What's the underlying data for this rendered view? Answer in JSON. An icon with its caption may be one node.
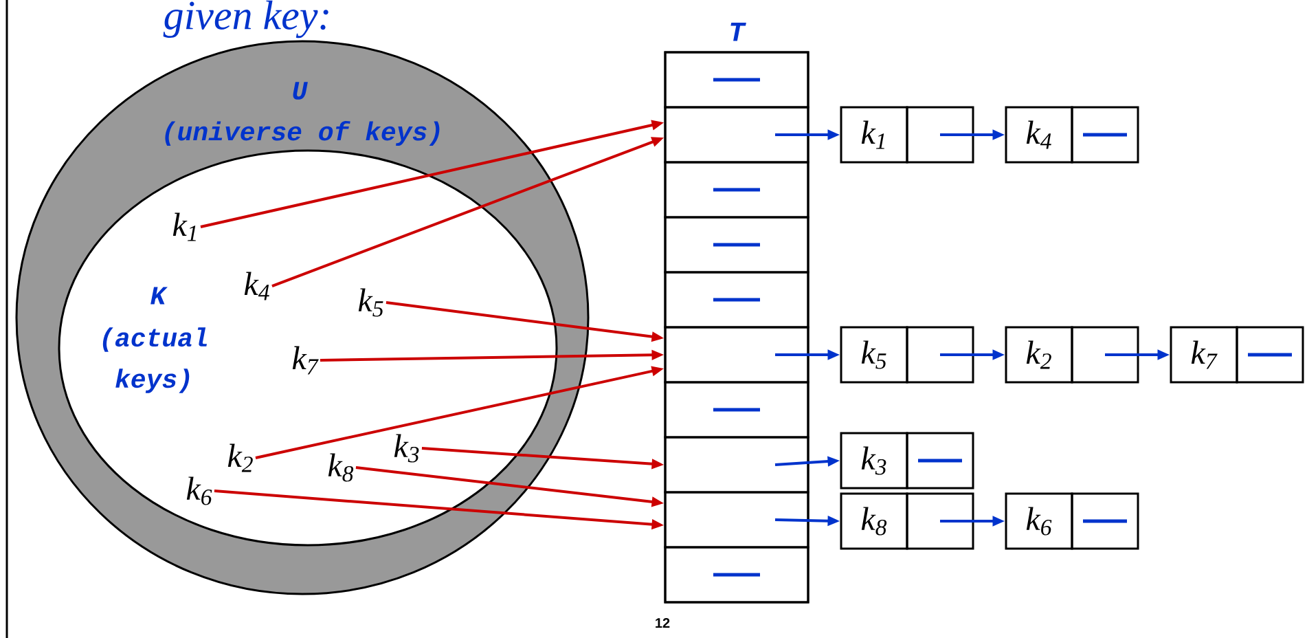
{
  "diagram": {
    "nodes": [
      {
        "text": [
          "U",
          "(universe of keys)"
        ]
      },
      {
        "text": [
          "K",
          "(actual keys)"
        ],
        "in": 0
      },
      {
        "text": [
          "k$_{1}$"
        ],
        "in": 1
      },
      {
        "text": [
          "k$_{4}$"
        ],
        "in": 1
      },
      {
        "text": [
          "k$_{5}$"
        ],
        "in": 1
      },
      {
        "text": [
          "k$_{7}$"
        ],
        "in": 1
      },
      {
        "text": [
          "k$_{2}$"
        ],
        "in": 1
      },
      {
        "text": [
          "k$_{3}$"
        ],
        "in": 1
      },
      {
        "text": [
          "k$_{8}$"
        ],
        "in": 1
      },
      {
        "text": [
          "k$_{6}$"
        ],
        "in": 1
      },
      {
        "text": [
          "T"
        ]
      },
      {
        "text": [],
        "shape": "box",
        "in": 10
      },
      {
        "text": [],
        "shape": "box",
        "in": 10
      },
      {
        "text": [],
        "shape": "box",
        "in": 10
      },
      {
        "text": [],
        "shape": "box",
        "in": 10
      },
      {
        "text": [],
        "shape": "box",
        "in": 10
      },
      {
        "text": [],
        "shape": "box",
        "in": 10
      },
      {
        "text": [],
        "shape": "box",
        "in": 10
      },
      {
        "text": [],
        "shape": "box",
        "in": 10
      },
      {
        "text": [],
        "shape": "box",
        "in": 10
      },
      {
        "text": [],
        "shape": "box",
        "in": 10
      },
      {
        "text": [
          "k$_{1}$"
        ]
      },
      {
        "text": [
          "k$_{4}$"
        ]
      },
      {
        "text": [
          "k$_{5}$"
        ]
      },
      {
        "text": [
          "k$_{2}$"
        ]
      },
      {
        "text": [
          "k$_{7}$"
        ]
      },
      {
        "text": [
          "k$_{3}$"
        ]
      },
      {
        "text": [
          "k$_{8}$"
        ]
      },
      {
        "text": [
          "k$_{6}$"
        ]
      }
    ],
    "edges": [
      {
        "from": 2,
        "to": 12,
        "arrow": "to",
        "color": "#cc0000"
      },
      {
        "from": 3,
        "to": 12,
        "arrow": "to",
        "color": "#cc0000"
      },
      {
        "from": 4,
        "to": 16,
        "arrow": "to",
        "color": "#cc0000"
      },
      {
        "from": 5,
        "to": 16,
        "arrow": "to",
        "color": "#cc0000"
      },
      {
        "from": 6,
        "to": 16,
        "arrow": "to",
        "color": "#cc0000"
      },
      {
        "from": 7,
        "to": 18,
        "arrow": "to",
        "color": "#cc0000"
      },
      {
        "from": 8,
        "to": 19,
        "arrow": "to",
        "color": "#cc0000"
      },
      {
        "from": 9,
        "to": 19,
        "arrow": "to",
        "color": "#cc0000"
      },
      {
        "from": 12,
        "to": 21,
        "arrow": "to",
        "color": "#0033cc"
      },
      {
        "from": 21,
        "to": 22,
        "arrow": "to",
        "color": "#0033cc"
      },
      {
        "from": 16,
        "to": 23,
        "arrow": "to",
        "color": "#0033cc"
      },
      {
        "from": 23,
        "to": 24,
        "arrow": "to",
        "color": "#0033cc"
      },
      {
        "from": 24,
        "to": 25,
        "arrow": "to",
        "color": "#0033cc"
      },
      {
        "from": 18,
        "to": 26,
        "arrow": "to",
        "color": "#0033cc"
      },
      {
        "from": 19,
        "to": 27,
        "arrow": "to",
        "color": "#0033cc"
      },
      {
        "from": 27,
        "to": 28,
        "arrow": "to",
        "color": "#0033cc"
      }
    ],
    "labels": [
      "given key:",
      "12"
    ]
  }
}
